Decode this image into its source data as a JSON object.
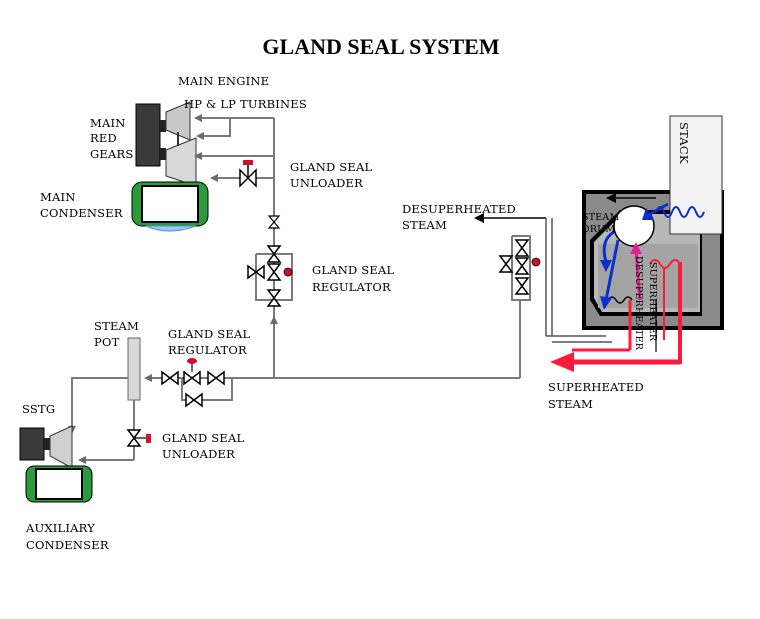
{
  "title": "GLAND SEAL SYSTEM",
  "labels": {
    "main_engine": "MAIN ENGINE",
    "hp_lp_turbines": "HP & LP TURBINES",
    "main_red_gears_1": "MAIN",
    "main_red_gears_2": "RED",
    "main_red_gears_3": "GEARS",
    "main_condenser_1": "MAIN",
    "main_condenser_2": "CONDENSER",
    "gland_seal_unloader_top_1": "GLAND SEAL",
    "gland_seal_unloader_top_2": "UNLOADER",
    "gland_seal_regulator_top_1": "GLAND SEAL",
    "gland_seal_regulator_top_2": "REGULATOR",
    "desuperheated_1": "DESUPERHEATED",
    "desuperheated_2": "STEAM",
    "stack": "STACK",
    "steam_drum_1": "STEAM",
    "steam_drum_2": "DRUM",
    "superheater": "SUPERHEATER",
    "desuperheater": "DESUPERHEATER",
    "superheated_1": "SUPERHEATED",
    "superheated_2": "STEAM",
    "steam_pot_1": "STEAM",
    "steam_pot_2": "POT",
    "gland_seal_regulator_bottom_1": "GLAND SEAL",
    "gland_seal_regulator_bottom_2": "REGULATOR",
    "sstg": "SSTG",
    "gland_seal_unloader_bottom_1": "GLAND SEAL",
    "gland_seal_unloader_bottom_2": "UNLOADER",
    "auxiliary_condenser_1": "AUXILIARY",
    "auxiliary_condenser_2": "CONDENSER"
  },
  "colors": {
    "pipe": "#7a7a7a",
    "superheated_steam": "#ff1a3c",
    "desuperheater_flow": "#0a2fd0",
    "superheater_flow": "#e0209a",
    "condenser": "#2a9a3a",
    "gear": "#3a3a3a",
    "valve_handle": "#d0102a"
  }
}
